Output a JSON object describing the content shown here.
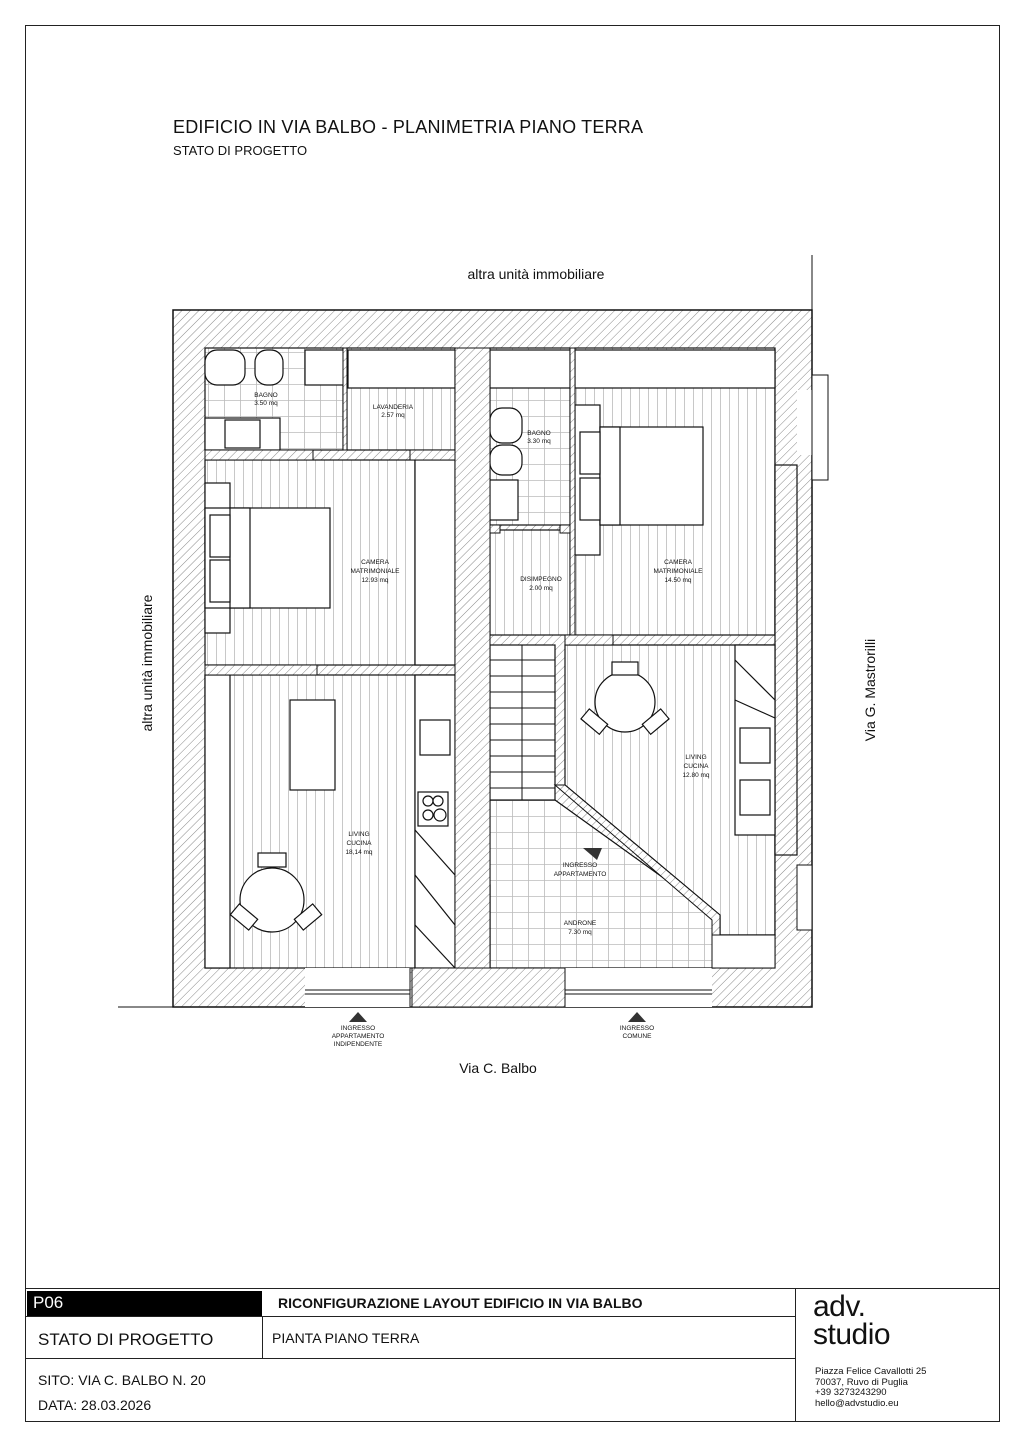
{
  "header": {
    "title": "EDIFICIO IN VIA BALBO - PLANIMETRIA PIANO TERRA",
    "subtitle": "STATO DI PROGETTO"
  },
  "plan": {
    "neighbors": {
      "top": "altra unità immobiliare",
      "left": "altra unità immobiliare"
    },
    "streets": {
      "bottom": "Via C. Balbo",
      "right": "Via G. Mastrorilli"
    },
    "rooms": [
      {
        "name": "BAGNO",
        "area": "3.50 mq"
      },
      {
        "name": "LAVANDERIA",
        "area": "2.57 mq"
      },
      {
        "name": "BAGNO",
        "area": "3.30 mq"
      },
      {
        "name1": "CAMERA",
        "name2": "MATRIMONIALE",
        "area": "12.93 mq"
      },
      {
        "name": "DISIMPEGNO",
        "area": "2.00 mq"
      },
      {
        "name1": "CAMERA",
        "name2": "MATRIMONIALE",
        "area": "14.50 mq"
      },
      {
        "name1": "LIVING",
        "name2": "CUCINA",
        "area": "18,14 mq"
      },
      {
        "name1": "LIVING",
        "name2": "CUCINA",
        "area": "12.80 mq"
      },
      {
        "name": "ANDRONE",
        "area": "7.30 mq"
      }
    ],
    "entrances": {
      "apartment_inner": [
        "INGRESSO",
        "APPARTAMENTO"
      ],
      "independent": [
        "INGRESSO",
        "APPARTAMENTO",
        "INDIPENDENTE"
      ],
      "common": [
        "INGRESSO",
        "COMUNE"
      ]
    }
  },
  "title_block": {
    "code": "P06",
    "project": "RICONFIGURAZIONE LAYOUT EDIFICIO IN VIA BALBO",
    "state": "STATO DI PROGETTO",
    "drawing": "PIANTA PIANO TERRA",
    "site": "SITO: VIA C. BALBO N. 20",
    "date": "DATA: 28.03.2026",
    "studio": {
      "logo_line1": "adv.",
      "logo_line2": "studio",
      "address": "Piazza Felice Cavallotti 25",
      "city": "70037, Ruvo di Puglia",
      "phone": "+39 3273243290",
      "email": "hello@advstudio.eu"
    }
  }
}
